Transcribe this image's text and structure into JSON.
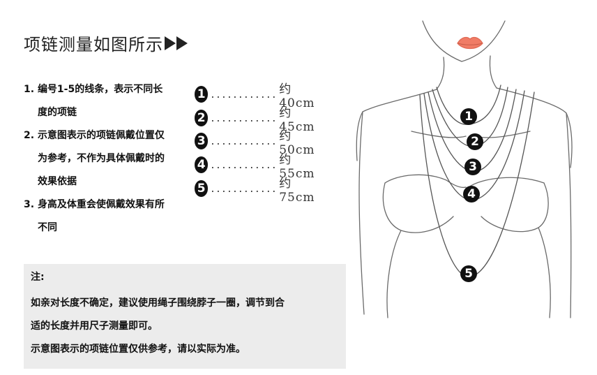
{
  "title": "项链测量如图所示",
  "notes": [
    {
      "num": "1.",
      "line1": "编号1-5的线条，表示不同长",
      "line2": "度的项链"
    },
    {
      "num": "2.",
      "line1": "示意图表示的项链佩戴位置仅",
      "line2": "为参考，不作为具体佩戴时的",
      "line3": "效果依据"
    },
    {
      "num": "3.",
      "line1": "身高及体重会使佩戴效果有所",
      "line2": "不同"
    }
  ],
  "sizes": [
    {
      "num": "1",
      "dots": "............",
      "label": "约40cm"
    },
    {
      "num": "2",
      "dots": "............",
      "label": "约45cm"
    },
    {
      "num": "3",
      "dots": "............",
      "label": "约50cm"
    },
    {
      "num": "4",
      "dots": "............",
      "label": "约55cm"
    },
    {
      "num": "5",
      "dots": "............",
      "label": "约75cm"
    }
  ],
  "note_box": {
    "heading": "注:",
    "line1": "如亲对长度不确定，建议使用绳子围绕脖子一圈，调节到合",
    "line2": "适的长度并用尺子测量即可。",
    "line3": "示意图表示的项链位置仅供参考，请以实际为准。"
  },
  "figure_badges": [
    "1",
    "2",
    "3",
    "4",
    "5"
  ],
  "colors": {
    "lips": "#f07c66",
    "badge": "#111111",
    "sketch": "#666666",
    "note_bg": "#ececec"
  }
}
